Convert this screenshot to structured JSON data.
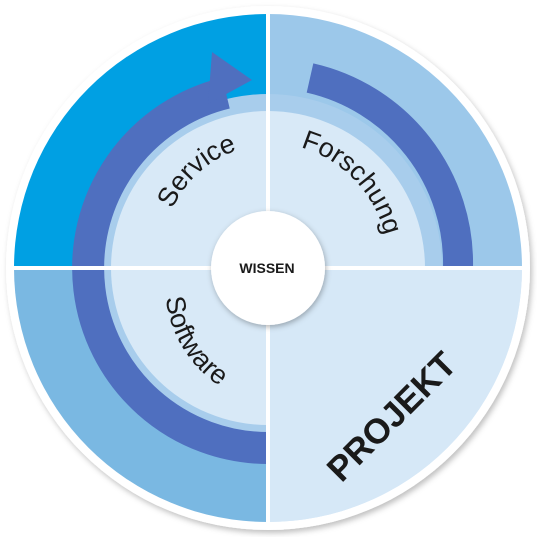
{
  "diagram": {
    "center_label": "WISSEN",
    "segments": [
      {
        "id": "service",
        "label": "Service",
        "color": "#00a0e3"
      },
      {
        "id": "forschung",
        "label": "Forschung",
        "color": "#9cc8ea"
      },
      {
        "id": "software",
        "label": "Software",
        "color": "#7ab8e2"
      },
      {
        "id": "projekt",
        "label": "PROJEKT",
        "color": "#d6e8f7"
      }
    ],
    "colors": {
      "ring_border": "#ffffff",
      "inner_disc": "#d8e9f7",
      "inner_tint": "#a8cdec",
      "arrow": "#4f6fbf",
      "divider": "#ffffff",
      "center": "#ffffff"
    }
  }
}
